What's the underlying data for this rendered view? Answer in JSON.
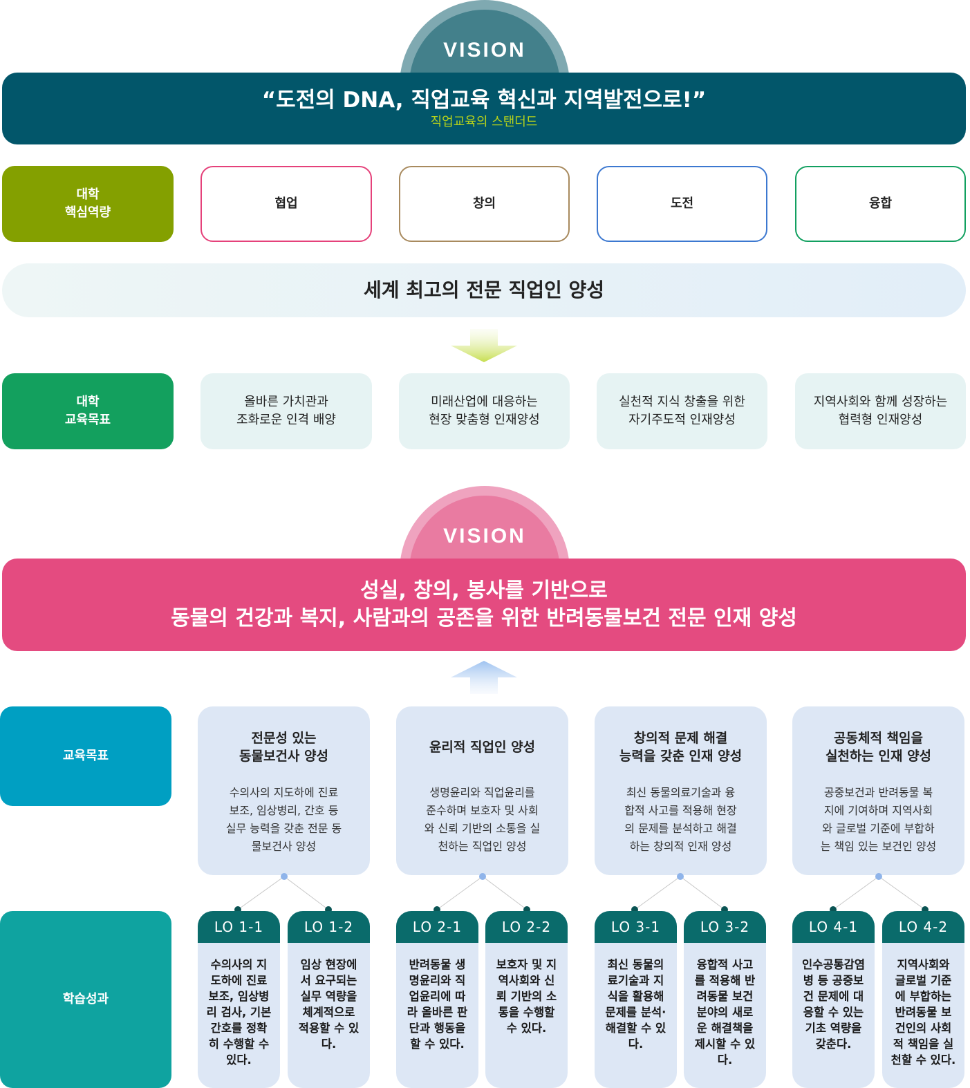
{
  "vision1": {
    "badge": "VISION",
    "slogan": "“도전의 DNA, 직업교육 혁신과 지역발전으로!”",
    "subtitle": "직업교육의 스탠더드"
  },
  "core_competency": {
    "label": "대학\n핵심역량",
    "items": [
      {
        "label": "협업",
        "color": "#e5417a"
      },
      {
        "label": "창의",
        "color": "#a88a5e"
      },
      {
        "label": "도전",
        "color": "#3c78d0"
      },
      {
        "label": "융합",
        "color": "#12a060"
      }
    ]
  },
  "talent_goal": "세계 최고의 전문 직업인 양성",
  "univ_goals": {
    "label": "대학\n교육목표",
    "items": [
      "올바른 가치관과\n조화로운 인격 배양",
      "미래산업에 대응하는\n현장 맞춤형 인재양성",
      "실천적 지식 창출을 위한\n자기주도적 인재양성",
      "지역사회와 함께 성장하는\n협력형 인재양성"
    ]
  },
  "vision2": {
    "badge": "VISION",
    "line1": "성실, 창의, 봉사를 기반으로",
    "line2": "동물의 건강과 복지, 사람과의 공존을 위한 반려동물보건 전문 인재 양성"
  },
  "edu_goals": {
    "label": "교육목표",
    "items": [
      {
        "title": "전문성 있는\n동물보건사 양성",
        "desc": "수의사의 지도하에 진료\n보조, 임상병리, 간호 등\n실무 능력을 갖춘 전문 동\n물보건사 양성"
      },
      {
        "title": "윤리적 직업인 양성",
        "desc": "생명윤리와 직업윤리를\n준수하며 보호자 및 사회\n와 신뢰 기반의 소통을 실\n천하는 직업인 양성"
      },
      {
        "title": "창의적 문제 해결\n능력을 갖춘 인재 양성",
        "desc": "최신 동물의료기술과 융\n합적 사고를 적용해 현장\n의 문제를 분석하고 해결\n하는 창의적 인재 양성"
      },
      {
        "title": "공동체적 책임을\n실천하는 인재 양성",
        "desc": "공중보건과 반려동물 복\n지에 기여하며 지역사회\n와 글로벌 기준에 부합하\n는 책임 있는 보건인 양성"
      }
    ]
  },
  "learning_outcomes": {
    "label": "학습성과",
    "items": [
      {
        "code": "LO 1-1",
        "text": "수의사의 지\n도하에 진료\n보조, 임상병\n리 검사, 기본\n간호를 정확\n히 수행할 수\n있다."
      },
      {
        "code": "LO 1-2",
        "text": "임상 현장에\n서 요구되는\n실무 역량을\n체계적으로\n적용할 수 있\n다."
      },
      {
        "code": "LO 2-1",
        "text": "반려동물 생\n명윤리와 직\n업윤리에 따\n라 올바른 판\n단과 행동을\n할 수 있다."
      },
      {
        "code": "LO 2-2",
        "text": "보호자 및 지\n역사회와 신\n뢰 기반의 소\n통을 수행할\n수 있다."
      },
      {
        "code": "LO 3-1",
        "text": "최신 동물의\n료기술과 지\n식을 활용해\n문제를 분석·\n해결할 수 있\n다."
      },
      {
        "code": "LO 3-2",
        "text": "융합적 사고\n를 적용해 반\n려동물 보건\n분야의 새로\n운 해결책을\n제시할 수 있\n다."
      },
      {
        "code": "LO 4-1",
        "text": "인수공통감염\n병 등 공중보\n건 문제에 대\n응할 수 있는\n기초 역량을\n갖춘다."
      },
      {
        "code": "LO 4-2",
        "text": "지역사회와\n글로벌 기준\n에 부합하는\n반려동물 보\n건인의 사회\n적 책임을 실\n천할 수 있다."
      }
    ]
  },
  "colors": {
    "teal_dark": "#02566a",
    "olive": "#84a000",
    "green": "#13a05e",
    "pink": "#e44b80",
    "cyan": "#009fc2",
    "teal": "#0fa3a0",
    "lo_header": "#0a6b6b"
  }
}
